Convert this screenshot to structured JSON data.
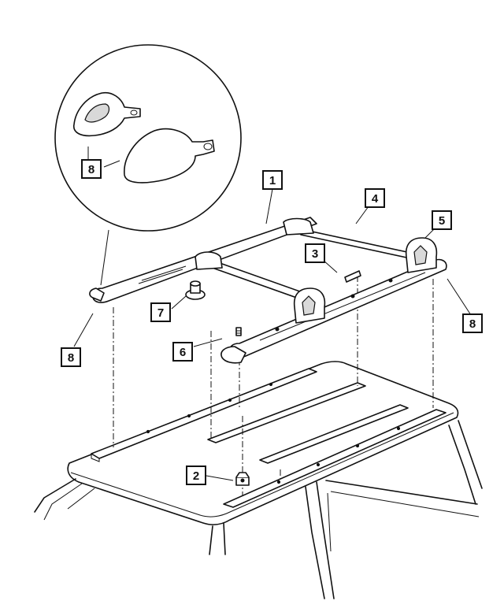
{
  "callouts": [
    {
      "id": "1",
      "label": "1"
    },
    {
      "id": "2",
      "label": "2"
    },
    {
      "id": "3",
      "label": "3"
    },
    {
      "id": "4",
      "label": "4"
    },
    {
      "id": "5",
      "label": "5"
    },
    {
      "id": "6",
      "label": "6"
    },
    {
      "id": "7",
      "label": "7"
    },
    {
      "id": "8a",
      "label": "8"
    },
    {
      "id": "8b",
      "label": "8"
    },
    {
      "id": "8c",
      "label": "8"
    }
  ]
}
